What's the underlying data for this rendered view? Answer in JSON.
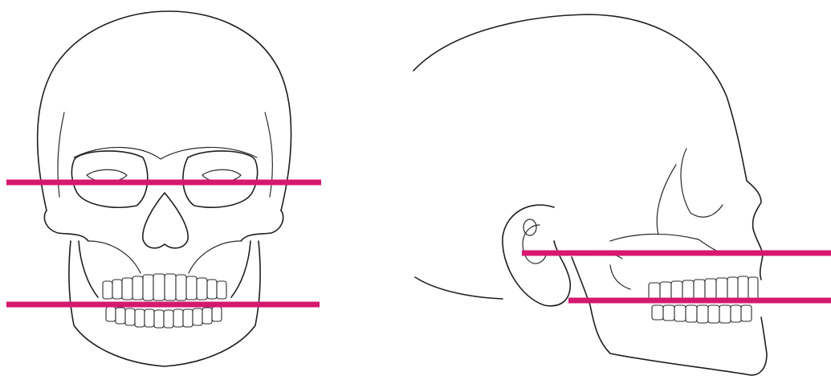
{
  "figure": {
    "background": "#ffffff",
    "line_color": "#1e1e1e",
    "marker_color": "#d6186f"
  },
  "skulls": [
    {
      "view": "frontal",
      "reference_lines": 2
    },
    {
      "view": "lateral",
      "reference_lines": 2
    }
  ]
}
